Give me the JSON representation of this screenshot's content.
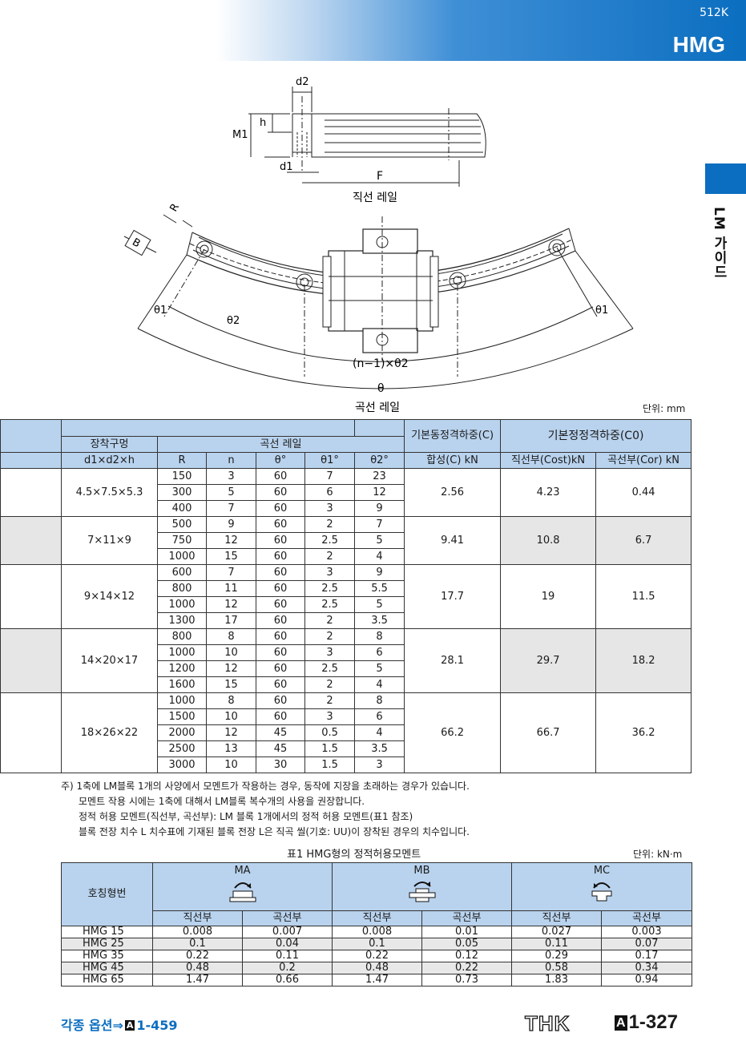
{
  "header": {
    "page_code": "512K",
    "model": "HMG"
  },
  "side_tab": {
    "label": "LM 가이드"
  },
  "figure": {
    "straight_labels": {
      "d2": "d2",
      "h": "h",
      "m1": "M1",
      "d1": "d1",
      "f": "F"
    },
    "straight_caption": "직선 레일",
    "curved_labels": {
      "r": "R",
      "b": "B",
      "theta1": "θ1",
      "theta2": "θ2",
      "n_theta2": "(n−1)×θ2",
      "theta": "θ"
    },
    "curved_caption": "곡선 레일"
  },
  "unit_1": "단위: mm",
  "spec_table": {
    "headers": {
      "mount_hole": "장착구멍",
      "mount_hole_sub": "d1×d2×h",
      "curved_rail": "곡선 레일",
      "r": "R",
      "n": "n",
      "theta": "θ°",
      "theta1": "θ1°",
      "theta2": "θ2°",
      "dyn": "기본동정격하중(C)",
      "dyn_sub": "합성(C) kN",
      "stat": "기본정정격하중(C0)",
      "stat_cost": "직선부(Cost)kN",
      "stat_cor": "곡선부(Cor) kN"
    },
    "groups": [
      {
        "hole": "4.5×7.5×5.3",
        "c": "2.56",
        "cost": "4.23",
        "cor": "0.44",
        "rows": [
          [
            "150",
            "3",
            "60",
            "7",
            "23"
          ],
          [
            "300",
            "5",
            "60",
            "6",
            "12"
          ],
          [
            "400",
            "7",
            "60",
            "3",
            "9"
          ]
        ]
      },
      {
        "hole": "7×11×9",
        "c": "9.41",
        "cost": "10.8",
        "cor": "6.7",
        "rows": [
          [
            "500",
            "9",
            "60",
            "2",
            "7"
          ],
          [
            "750",
            "12",
            "60",
            "2.5",
            "5"
          ],
          [
            "1000",
            "15",
            "60",
            "2",
            "4"
          ]
        ]
      },
      {
        "hole": "9×14×12",
        "c": "17.7",
        "cost": "19",
        "cor": "11.5",
        "rows": [
          [
            "600",
            "7",
            "60",
            "3",
            "9"
          ],
          [
            "800",
            "11",
            "60",
            "2.5",
            "5.5"
          ],
          [
            "1000",
            "12",
            "60",
            "2.5",
            "5"
          ],
          [
            "1300",
            "17",
            "60",
            "2",
            "3.5"
          ]
        ]
      },
      {
        "hole": "14×20×17",
        "c": "28.1",
        "cost": "29.7",
        "cor": "18.2",
        "rows": [
          [
            "800",
            "8",
            "60",
            "2",
            "8"
          ],
          [
            "1000",
            "10",
            "60",
            "3",
            "6"
          ],
          [
            "1200",
            "12",
            "60",
            "2.5",
            "5"
          ],
          [
            "1600",
            "15",
            "60",
            "2",
            "4"
          ]
        ]
      },
      {
        "hole": "18×26×22",
        "c": "66.2",
        "cost": "66.7",
        "cor": "36.2",
        "rows": [
          [
            "1000",
            "8",
            "60",
            "2",
            "8"
          ],
          [
            "1500",
            "10",
            "60",
            "3",
            "6"
          ],
          [
            "2000",
            "12",
            "45",
            "0.5",
            "4"
          ],
          [
            "2500",
            "13",
            "45",
            "1.5",
            "3.5"
          ],
          [
            "3000",
            "10",
            "30",
            "1.5",
            "3"
          ]
        ]
      }
    ]
  },
  "notes": [
    "주) 1축에 LM블록 1개의 사양에서 모멘트가 작용하는 경우, 동작에 지장을 초래하는 경우가 있습니다.",
    "모멘트 작용 시에는 1축에 대해서 LM블록 복수개의 사용을 권장합니다.",
    "정적 허용 모멘트(직선부, 곡선부): LM 블록 1개에서의 정적 허용 모멘트(표1 참조)",
    "블록 전장 치수 L   치수표에 기재된 블록 전장 L은 직곡 씰(기호: UU)이 장착된 경우의 치수입니다."
  ],
  "moment_table": {
    "title": "표1   HMG형의 정적허용모멘트",
    "unit": "단위: kN·m",
    "model_header": "호칭형번",
    "ma": "MA",
    "mb": "MB",
    "mc": "MC",
    "straight": "직선부",
    "curved": "곡선부",
    "rows": [
      [
        "HMG 15",
        "0.008",
        "0.007",
        "0.008",
        "0.01",
        "0.027",
        "0.003"
      ],
      [
        "HMG 25",
        "0.1",
        "0.04",
        "0.1",
        "0.05",
        "0.11",
        "0.07"
      ],
      [
        "HMG 35",
        "0.22",
        "0.11",
        "0.22",
        "0.12",
        "0.29",
        "0.17"
      ],
      [
        "HMG 45",
        "0.48",
        "0.2",
        "0.48",
        "0.22",
        "0.58",
        "0.34"
      ],
      [
        "HMG 65",
        "1.47",
        "0.66",
        "1.47",
        "0.73",
        "1.83",
        "0.94"
      ]
    ]
  },
  "footer": {
    "options_text": "각종 옵션⇒",
    "options_ref_box": "A",
    "options_ref": "1-459",
    "logo": "THK",
    "page_box": "A",
    "page": "1-327"
  },
  "colors": {
    "brand_blue": "#0b6ec0",
    "header_fill": "#b9d3ee",
    "row_shade": "#e6e6e6"
  }
}
